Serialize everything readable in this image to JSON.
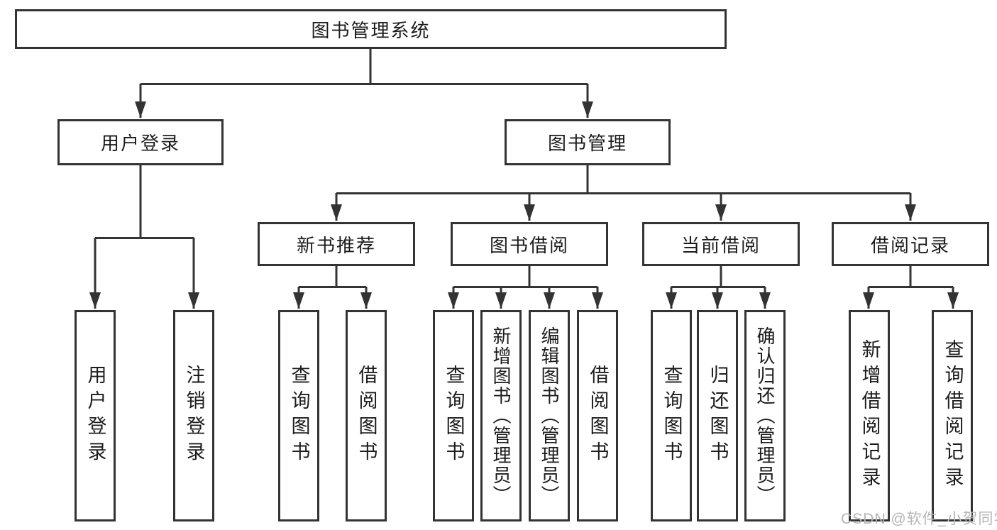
{
  "tree": {
    "root": {
      "label": "图书管理系统"
    },
    "branches": [
      {
        "label": "用户登录",
        "children": [
          {
            "label": "用户登录"
          },
          {
            "label": "注销登录"
          }
        ]
      },
      {
        "label": "图书管理",
        "children": [
          {
            "label": "新书推荐",
            "children": [
              {
                "label": "查询图书"
              },
              {
                "label": "借阅图书"
              }
            ]
          },
          {
            "label": "图书借阅",
            "children": [
              {
                "label": "查询图书"
              },
              {
                "label": "新增图书（管理员）"
              },
              {
                "label": "编辑图书（管理员）"
              },
              {
                "label": "借阅图书"
              }
            ]
          },
          {
            "label": "当前借阅",
            "children": [
              {
                "label": "查询图书"
              },
              {
                "label": "归还图书"
              },
              {
                "label": "确认归还（管理员）"
              }
            ]
          },
          {
            "label": "借阅记录",
            "children": [
              {
                "label": "新增借阅记录"
              },
              {
                "label": "查询借阅记录"
              }
            ]
          }
        ]
      }
    ],
    "watermark": "CSDN @软件_小贺同学",
    "colors": {
      "line": "#333333",
      "text": "#1c1c1c",
      "watermark": "#b5b5b5",
      "background": "#ffffff"
    }
  }
}
